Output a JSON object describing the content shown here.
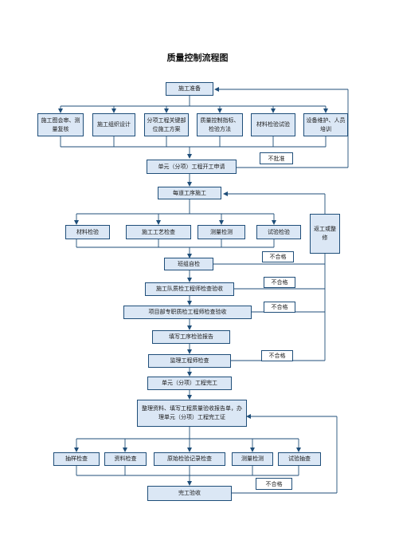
{
  "title": "质量控制流程图",
  "nodes": {
    "start": "施工准备",
    "prep1": "施工图会审、测量复核",
    "prep2": "施工组织设计",
    "prep3": "分项工程关键部位施工方案",
    "prep4": "质量控制指标、检验方法",
    "prep5": "材料检验试验",
    "prep6": "设备维护、人员培训",
    "apply": "单元（分项）工程开工申请",
    "each": "每道工序施工",
    "chk1": "材料检验",
    "chk2": "施工工艺检查",
    "chk3": "测量检测",
    "chk4": "试验检验",
    "rework": "返工或整修",
    "self": "班组自检",
    "team": "施工队质检工程师检查验收",
    "dept": "项目部专职质检工程师检查验收",
    "report": "填写工序检验报告",
    "supervisor": "监理工程师检查",
    "complete": "单元（分项）工程完工",
    "organize": "整理资料、填写工程质量验收报告单，办理单元（分项）工程完工证",
    "fin1": "抽样检查",
    "fin2": "资料检查",
    "fin3": "原始检验记录检查",
    "fin4": "测量检测",
    "fin5": "试验抽查",
    "accept": "完工验收"
  },
  "notes": {
    "not_approved": "不批准",
    "fail1": "不合格",
    "fail2": "不合格",
    "fail3": "不合格",
    "fail4": "不合格",
    "fail5": "不合格"
  }
}
